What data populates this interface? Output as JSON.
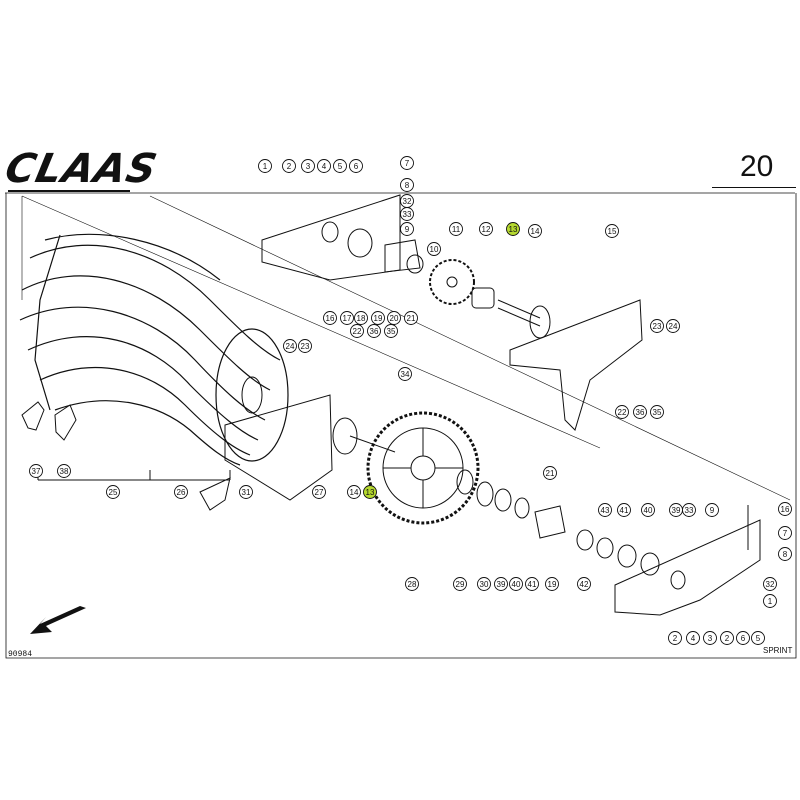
{
  "header": {
    "brand": "CLAAS",
    "page_number": "20"
  },
  "footer": {
    "document_code": "90984",
    "model": "SPRINT"
  },
  "colors": {
    "ink": "#111111",
    "highlight": "#b6d930"
  },
  "icons": {
    "direction_arrow": "arrow-down-left-icon"
  },
  "callouts": [
    {
      "label": "1"
    },
    {
      "label": "2"
    },
    {
      "label": "3"
    },
    {
      "label": "4"
    },
    {
      "label": "5"
    },
    {
      "label": "6"
    },
    {
      "label": "7"
    },
    {
      "label": "8"
    },
    {
      "label": "32"
    },
    {
      "label": "33"
    },
    {
      "label": "9"
    },
    {
      "label": "10"
    },
    {
      "label": "11"
    },
    {
      "label": "12"
    },
    {
      "label": "13",
      "highlighted": true
    },
    {
      "label": "14"
    },
    {
      "label": "15"
    },
    {
      "label": "16"
    },
    {
      "label": "17"
    },
    {
      "label": "18"
    },
    {
      "label": "19"
    },
    {
      "label": "20"
    },
    {
      "label": "21"
    },
    {
      "label": "22"
    },
    {
      "label": "36"
    },
    {
      "label": "35"
    },
    {
      "label": "24"
    },
    {
      "label": "23"
    },
    {
      "label": "34"
    },
    {
      "label": "23"
    },
    {
      "label": "24"
    },
    {
      "label": "22"
    },
    {
      "label": "36"
    },
    {
      "label": "35"
    },
    {
      "label": "37"
    },
    {
      "label": "38"
    },
    {
      "label": "25"
    },
    {
      "label": "26"
    },
    {
      "label": "31"
    },
    {
      "label": "27"
    },
    {
      "label": "14"
    },
    {
      "label": "13",
      "highlighted": true
    },
    {
      "label": "28"
    },
    {
      "label": "29"
    },
    {
      "label": "30"
    },
    {
      "label": "39"
    },
    {
      "label": "40"
    },
    {
      "label": "41"
    },
    {
      "label": "21"
    },
    {
      "label": "19"
    },
    {
      "label": "42"
    },
    {
      "label": "43"
    },
    {
      "label": "41"
    },
    {
      "label": "40"
    },
    {
      "label": "39"
    },
    {
      "label": "33"
    },
    {
      "label": "9"
    },
    {
      "label": "16"
    },
    {
      "label": "7"
    },
    {
      "label": "8"
    },
    {
      "label": "32"
    },
    {
      "label": "1"
    },
    {
      "label": "2"
    },
    {
      "label": "4"
    },
    {
      "label": "3"
    },
    {
      "label": "2"
    },
    {
      "label": "6"
    },
    {
      "label": "5"
    }
  ]
}
